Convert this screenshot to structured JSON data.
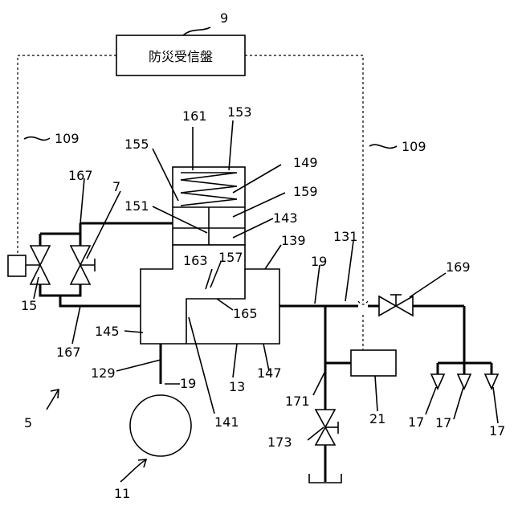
{
  "panel": {
    "label": "防災受信盤",
    "ref": "9"
  },
  "labels": {
    "l109a": "109",
    "l109b": "109",
    "l161": "161",
    "l153": "153",
    "l155": "155",
    "l149": "149",
    "l159": "159",
    "l151": "151",
    "l143": "143",
    "l139": "139",
    "l131": "131",
    "l19a": "19",
    "l169": "169",
    "l163": "163",
    "l157": "157",
    "l165": "165",
    "l167a": "167",
    "l7": "7",
    "l15": "15",
    "l167b": "167",
    "l145": "145",
    "l129": "129",
    "l19b": "19",
    "l13": "13",
    "l147": "147",
    "l141": "141",
    "l5": "5",
    "l11": "11",
    "l171": "171",
    "l21": "21",
    "l173": "173",
    "l17a": "17",
    "l17b": "17",
    "l17c": "17"
  }
}
